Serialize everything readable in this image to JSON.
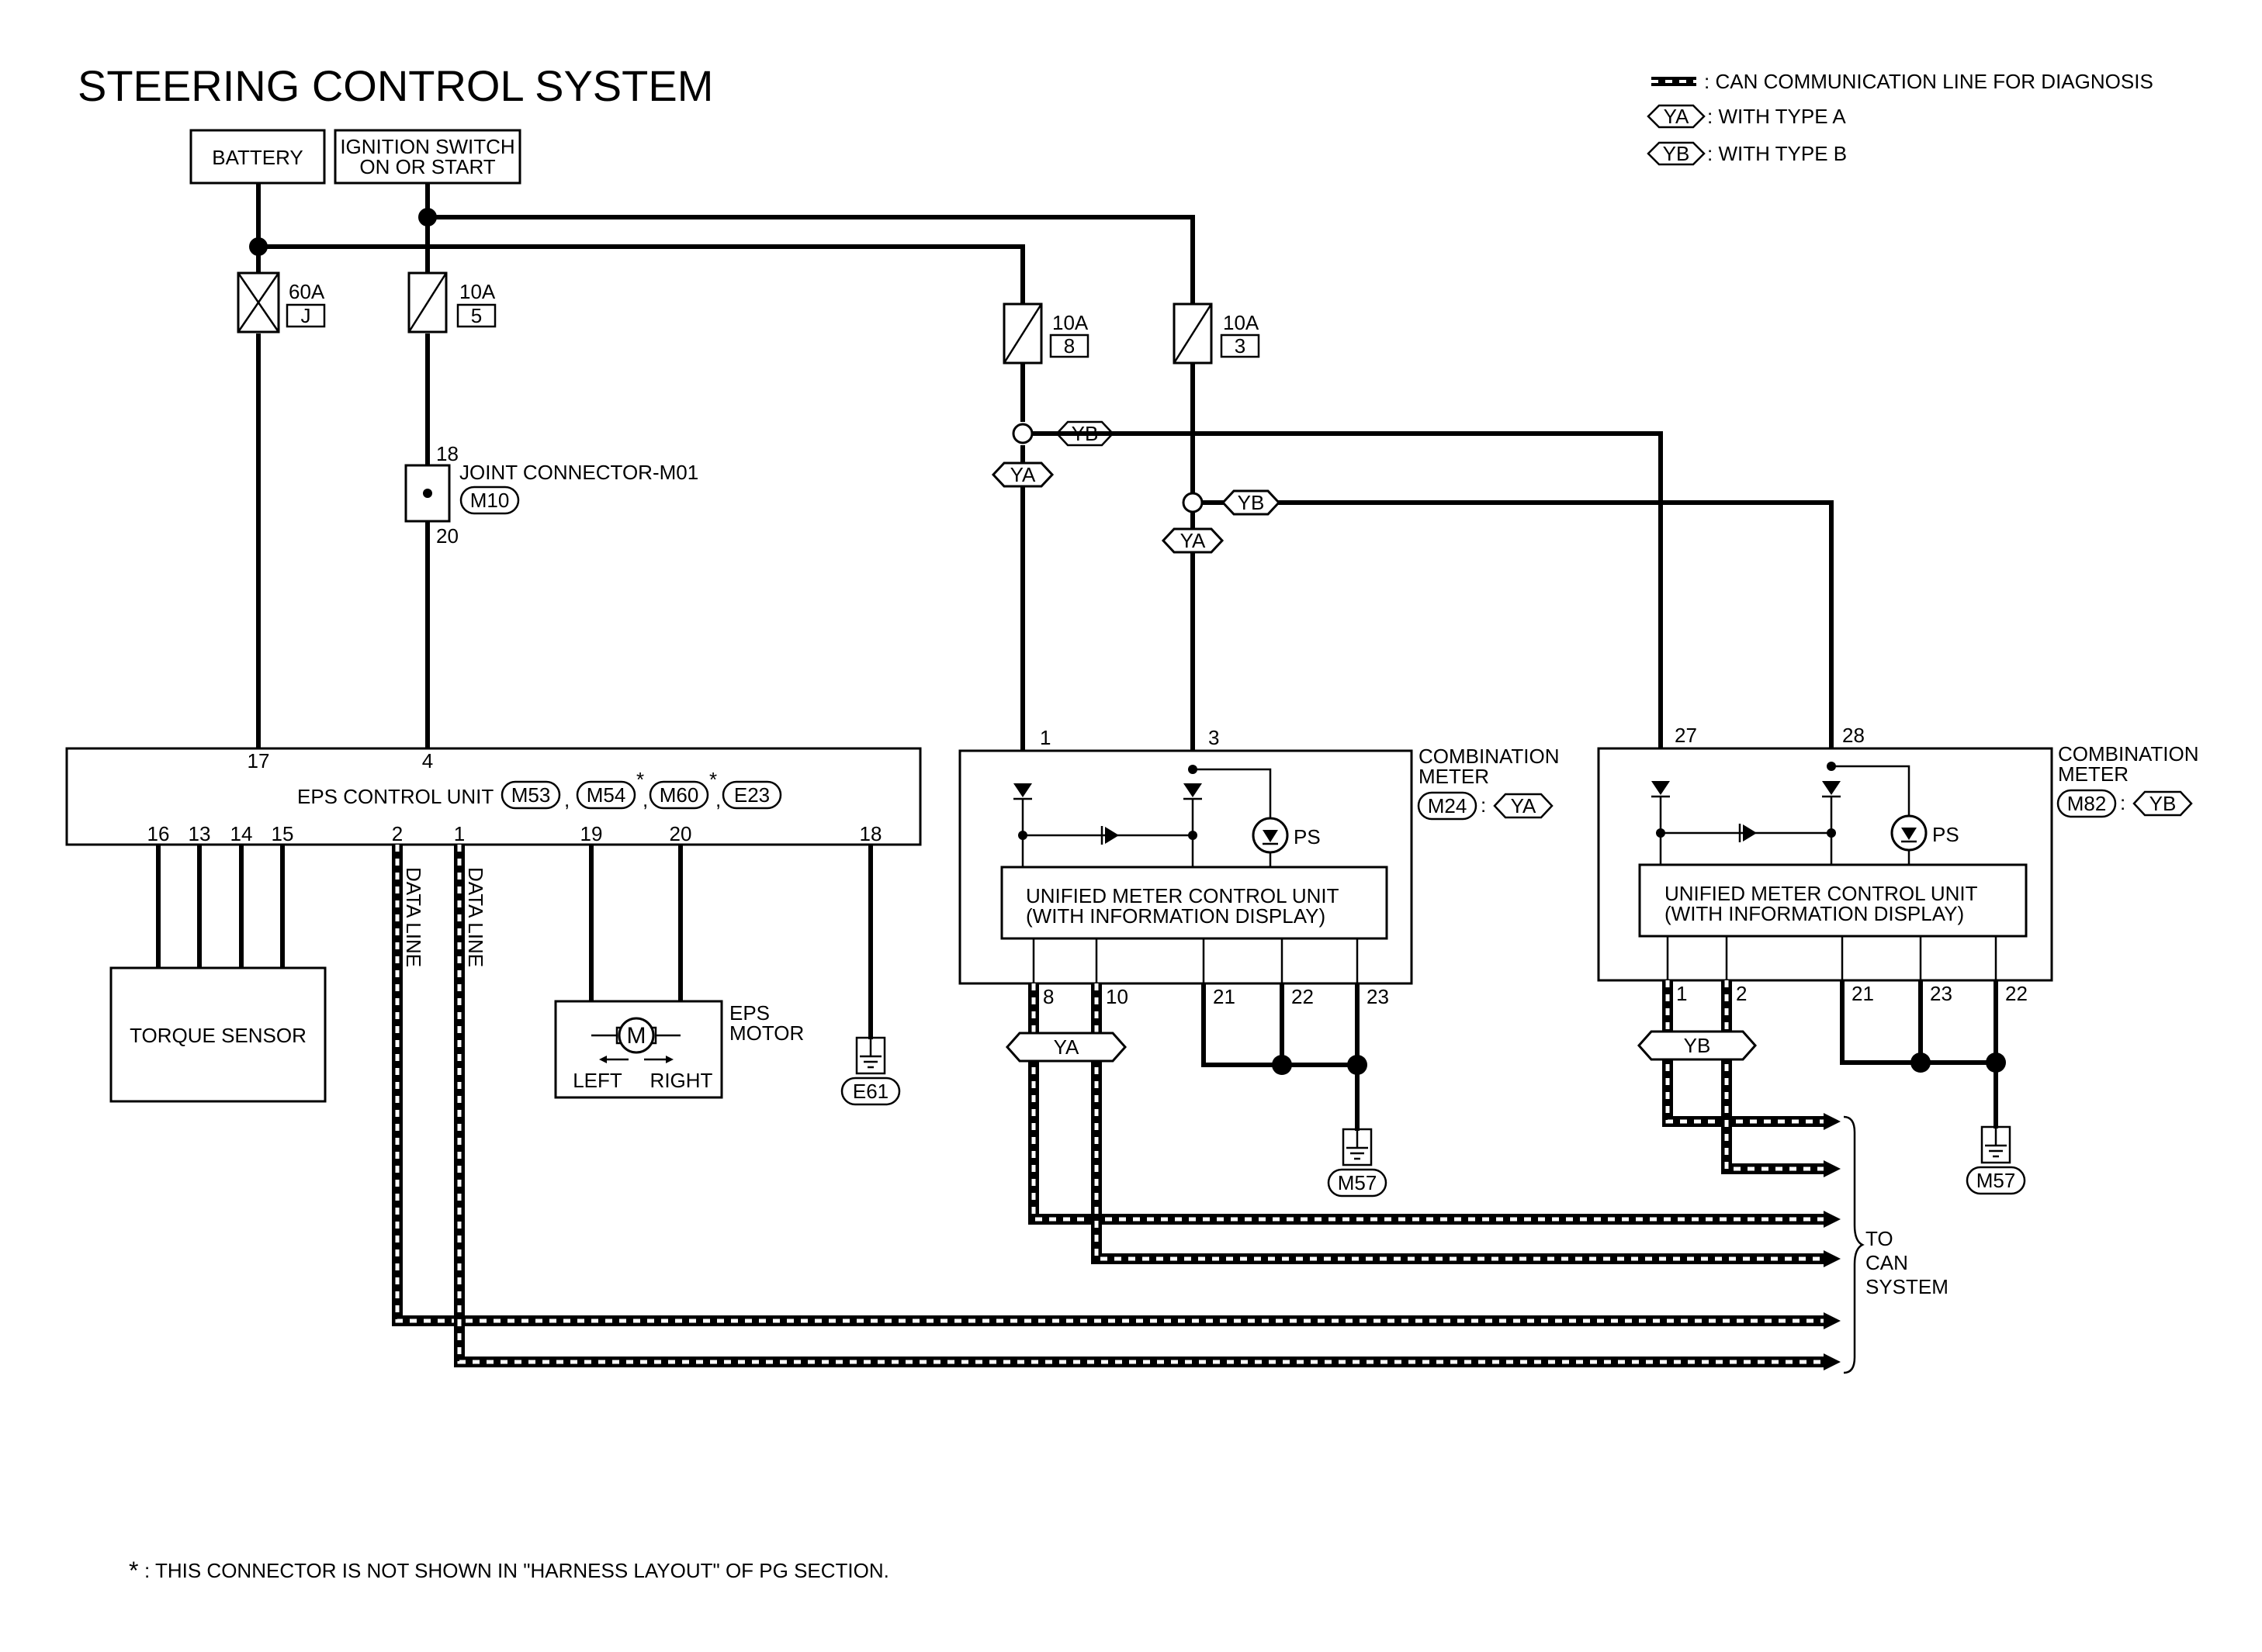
{
  "title": "STEERING CONTROL SYSTEM",
  "legend": {
    "can_line": ": CAN COMMUNICATION LINE FOR DIAGNOSIS",
    "type_a_tag": "YA",
    "type_a": ": WITH TYPE A",
    "type_b_tag": "YB",
    "type_b": ": WITH TYPE B"
  },
  "power": {
    "battery": "BATTERY",
    "ignition_line1": "IGNITION SWITCH",
    "ignition_line2": "ON OR START"
  },
  "fuses": [
    {
      "rating": "60A",
      "id": "J"
    },
    {
      "rating": "10A",
      "id": "5"
    },
    {
      "rating": "10A",
      "id": "8"
    },
    {
      "rating": "10A",
      "id": "3"
    }
  ],
  "joint_connector": {
    "label": "JOINT CONNECTOR-M01",
    "connector": "M10",
    "pin_top": "18",
    "pin_bottom": "20"
  },
  "eps_unit": {
    "label": "EPS CONTROL UNIT",
    "connectors": [
      "M53",
      "M54",
      "M60",
      "E23"
    ],
    "separator": ",",
    "star": "*",
    "pins_top": [
      "17",
      "4"
    ],
    "pins_bottom": [
      "16",
      "13",
      "14",
      "15",
      "2",
      "1",
      "19",
      "20",
      "18"
    ]
  },
  "data_line": "DATA LINE",
  "torque_sensor": "TORQUE SENSOR",
  "eps_motor": {
    "label_line1": "EPS",
    "label_line2": "MOTOR",
    "symbol": "M",
    "left": "LEFT",
    "right": "RIGHT"
  },
  "grounds": {
    "eps": "E61",
    "meter_a": "M57",
    "meter_b": "M57"
  },
  "type_tags": {
    "ya": "YA",
    "yb": "YB"
  },
  "meter_a": {
    "label_line1": "COMBINATION",
    "label_line2": "METER",
    "connector": "M24",
    "type": "YA",
    "colon": ":",
    "pins_top": [
      "1",
      "3"
    ],
    "ps": "PS",
    "unit_line1": "UNIFIED METER CONTROL UNIT",
    "unit_line2": "(WITH INFORMATION DISPLAY)",
    "pins_bottom": [
      "8",
      "10",
      "21",
      "22",
      "23"
    ]
  },
  "meter_b": {
    "label_line1": "COMBINATION",
    "label_line2": "METER",
    "connector": "M82",
    "type": "YB",
    "colon": ":",
    "pins_top": [
      "27",
      "28"
    ],
    "ps": "PS",
    "unit_line1": "UNIFIED METER CONTROL UNIT",
    "unit_line2": "(WITH INFORMATION DISPLAY)",
    "pins_bottom": [
      "1",
      "2",
      "21",
      "23",
      "22"
    ]
  },
  "to_can": [
    "TO",
    "CAN",
    "SYSTEM"
  ],
  "footnote": ": THIS CONNECTOR IS NOT SHOWN IN \"HARNESS LAYOUT\" OF PG SECTION.",
  "footnote_star": "*"
}
